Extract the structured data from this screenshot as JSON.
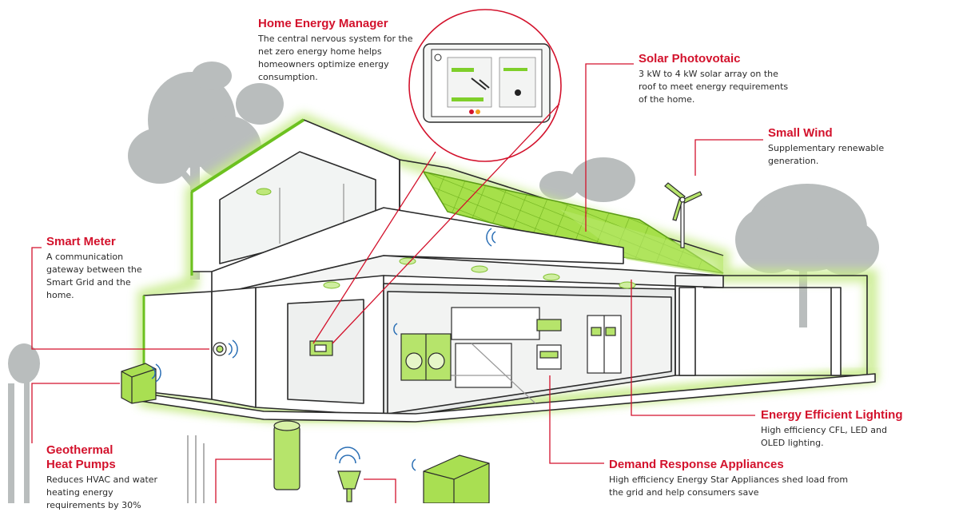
{
  "colors": {
    "accent": "#d3122c",
    "energy_green": "#8ed12e",
    "green_glow": "#d9f0a8",
    "line": "#2b2b2b",
    "tree": "#b8bcbc",
    "wall": "#ffffff",
    "interior": "#eceeed"
  },
  "callouts": {
    "home_energy_manager": {
      "title": "Home Energy Manager",
      "desc": "The central nervous system for the net zero energy home helps  homeowners optimize energy consumption."
    },
    "solar": {
      "title": "Solar Photovotaic",
      "desc": "3 kW to 4 kW solar array on the roof to meet energy requirements of the home."
    },
    "wind": {
      "title": "Small Wind",
      "desc": "Supplementary renewable generation."
    },
    "smart_meter": {
      "title": "Smart Meter",
      "desc": "A communication gateway between the Smart Grid and the home."
    },
    "geothermal": {
      "title": "Geothermal Heat Pumps",
      "desc": "Reduces HVAC and water heating energy requirements by 30%"
    },
    "lighting": {
      "title": "Energy Efficient Lighting",
      "desc": "High efficiency CFL, LED and OLED lighting."
    },
    "demand_response": {
      "title": "Demand Response Appliances",
      "desc": "High efficiency Energy Star Appliances shed load from the grid and help consumers save"
    }
  },
  "icons": [
    "tree-icon",
    "wind-turbine-icon",
    "solar-panel-icon",
    "smart-meter-icon",
    "thermostat-icon",
    "heat-pump-icon",
    "water-heater-icon",
    "washer-dryer-icon",
    "refrigerator-icon",
    "wifi-signal-icon",
    "light-fixture-icon"
  ]
}
